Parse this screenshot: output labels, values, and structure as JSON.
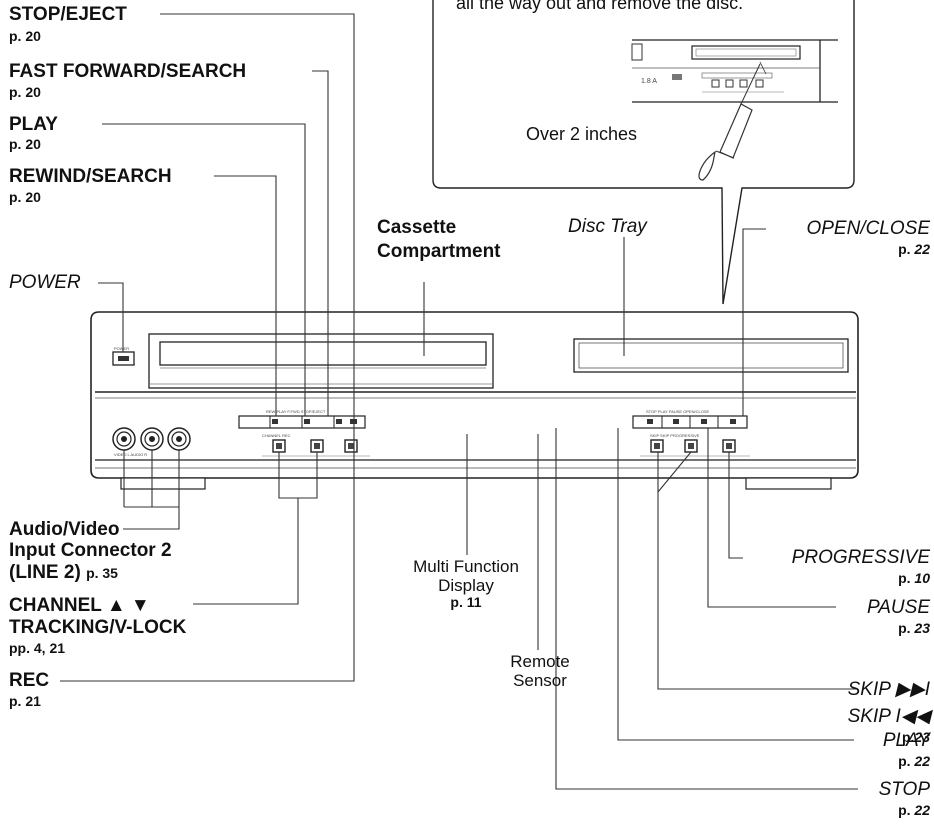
{
  "left_labels": {
    "stop_eject": {
      "label": "STOP/EJECT",
      "page": "p. 20"
    },
    "fast_forward": {
      "label": "FAST FORWARD/SEARCH",
      "page": "p. 20"
    },
    "play": {
      "label": "PLAY",
      "page": "p. 20"
    },
    "rewind": {
      "label": "REWIND/SEARCH",
      "page": "p. 20"
    },
    "power": {
      "label": "POWER"
    },
    "av_input": {
      "line1": "Audio/Video",
      "line2": "Input Connector 2",
      "line3": "(LINE 2)",
      "page": "p. 35"
    },
    "channel": {
      "line1": "CHANNEL ▲ ▼",
      "line2": "TRACKING/V-LOCK",
      "page": "pp. 4, 21"
    },
    "rec": {
      "label": "REC",
      "page": "p. 21"
    }
  },
  "center_labels": {
    "cassette": {
      "line1": "Cassette",
      "line2": "Compartment"
    },
    "disc_tray": {
      "label": "Disc Tray"
    },
    "display": {
      "line1": "Multi Function",
      "line2": "Display",
      "page": "p. 11"
    },
    "remote": {
      "line1": "Remote",
      "line2": "Sensor"
    }
  },
  "right_labels": {
    "open_close": {
      "label": "OPEN/CLOSE",
      "page_prefix": "p.",
      "page_num": "22"
    },
    "progressive": {
      "label": "PROGRESSIVE",
      "page_prefix": "p.",
      "page_num": "10"
    },
    "pause": {
      "label": "PAUSE",
      "page_prefix": "p.",
      "page_num": "23"
    },
    "skip_fwd": {
      "label": "SKIP ▶▶I"
    },
    "skip_back": {
      "label": "SKIP I◀◀",
      "page_prefix": "p.",
      "page_num": "23"
    },
    "play": {
      "label": "PLAY",
      "page_prefix": "p.",
      "page_num": "22"
    },
    "stop": {
      "label": "STOP",
      "page_prefix": "p.",
      "page_num": "22"
    }
  },
  "callout": {
    "text": "all the way out and remove the disc.",
    "measure": "Over 2 inches"
  }
}
